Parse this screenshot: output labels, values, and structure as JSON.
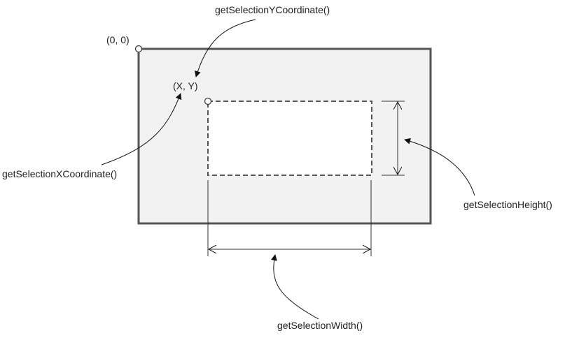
{
  "colors": {
    "stroke": "#555555",
    "canvas_fill": "#f2f2f2",
    "selection_fill": "#ffffff",
    "text": "#222222"
  },
  "labels": {
    "origin": "(0, 0)",
    "point": "(X, Y)",
    "y_method": "getSelectionYCoordinate()",
    "x_method": "getSelectionXCoordinate()",
    "height_method": "getSelectionHeight()",
    "width_method": "getSelectionWidth()"
  }
}
